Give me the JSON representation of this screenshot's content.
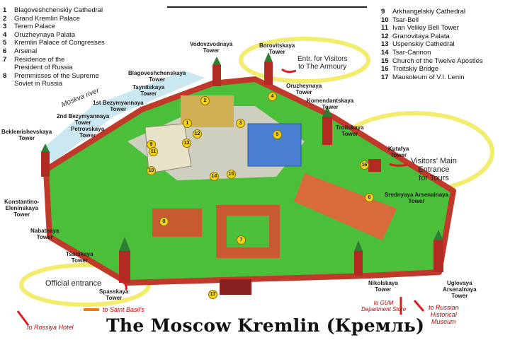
{
  "legend_left": [
    {
      "num": "1",
      "name": "Blagoveshchenskiy Cathedral"
    },
    {
      "num": "2",
      "name": "Grand Kremlin Palace"
    },
    {
      "num": "3",
      "name": "Terem Palace"
    },
    {
      "num": "4",
      "name": "Oruzheynaya Palata"
    },
    {
      "num": "5",
      "name": "Kremlin Palace of Congresses"
    },
    {
      "num": "6",
      "name": "Arsenal"
    },
    {
      "num": "7",
      "name": "Residence of the"
    },
    {
      "num": "",
      "name": "President of Russia"
    },
    {
      "num": "8",
      "name": "Premmisses of the Supreme"
    },
    {
      "num": "",
      "name": "Soviet in Russia"
    }
  ],
  "legend_right": [
    {
      "num": "9",
      "name": "Arkhangelskiy Cathedral"
    },
    {
      "num": "10",
      "name": "Tsar-Bell"
    },
    {
      "num": "11",
      "name": "Ivan Velikiy Bell Tower"
    },
    {
      "num": "12",
      "name": "Granovitaya Palata"
    },
    {
      "num": "13",
      "name": "Uspenskiy Cathedral"
    },
    {
      "num": "14",
      "name": "Tsar-Cannon"
    },
    {
      "num": "15",
      "name": "Church of the Twelve Apostles"
    },
    {
      "num": "16",
      "name": "Troitskiy Bridge"
    },
    {
      "num": "17",
      "name": "Mausoleum of  V.I. Lenin"
    }
  ],
  "towers": {
    "vodovzvodnaya": "Vodovzvodnaya\nTower",
    "borovitskaya": "Borovitskaya\nTower",
    "blagoveshchenskaya": "Blagoveshchenskaya\nTower",
    "taynitskaya": "Taynitskaya\nTower",
    "oruzheynaya": "Oruzheynaya\nTower",
    "bezymyannaya1": "1st Bezymyannaya\nTower",
    "komendantskaya": "Komendantskaya\nTower",
    "bezymyannaya2": "2nd Bezymyannaya\nTower",
    "petrovskaya": "Petrovskaya\nTower",
    "beklemishevskaya": "Beklemishevskaya\nTower",
    "troitskaya": "Troitskaya\nTower",
    "kutafya": "Kutafya\nTower",
    "konstantino": "Konstantino-\nEleninskaya\nTower",
    "srednyaya": "Srednyaya Arsenalnaya\nTower",
    "nabatnaya": "Nabatnaya\nTower",
    "tsarskaya": "Tsarskaya\nTower",
    "spasskaya": "Spasskaya\nTower",
    "nikolskaya": "Nikolskaya\nTower",
    "uglovaya": "Uglovaya\nArsenalnaya\nTower"
  },
  "river_label": "Moskva river",
  "notes": {
    "armoury": "Entr. for Visitors\nto The Armoury",
    "main": "Visitors' Main\nEntrance\nfor Tours",
    "official": "Official entrance",
    "saint_basils": "to Saint Basil's",
    "rossiya": "to Rossiya Hotel",
    "gum": "to GUM\nDepartment Store",
    "museum": "to Russian\nHistorical\nMuseum"
  },
  "title": "The Moscow Kremlin (Кремль)",
  "colors": {
    "wall": "#c0392b",
    "lawn": "#4cbf3a",
    "highlight": "#f3ec6c",
    "water": "#a8d8e8",
    "arrow": "#d81e1e",
    "arrow_orange": "#f07a10"
  }
}
